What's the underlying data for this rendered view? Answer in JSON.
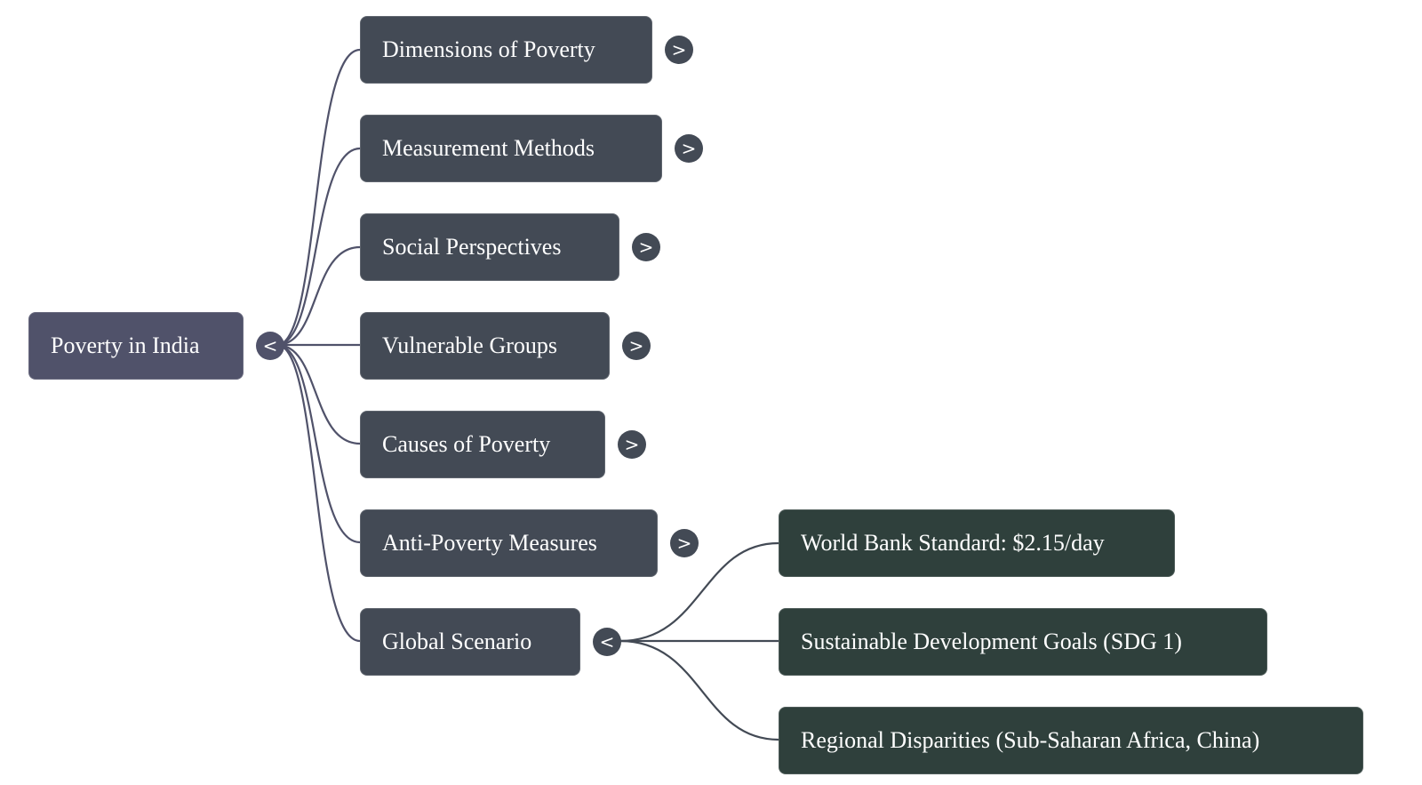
{
  "root": {
    "label": "Poverty in India",
    "toggle": "<"
  },
  "children": [
    {
      "label": "Dimensions of Poverty",
      "toggle": ">"
    },
    {
      "label": "Measurement Methods",
      "toggle": ">"
    },
    {
      "label": "Social Perspectives",
      "toggle": ">"
    },
    {
      "label": "Vulnerable Groups",
      "toggle": ">"
    },
    {
      "label": "Causes of Poverty",
      "toggle": ">"
    },
    {
      "label": "Anti-Poverty Measures",
      "toggle": ">"
    },
    {
      "label": "Global Scenario",
      "toggle": "<"
    }
  ],
  "global_children": [
    {
      "label": "World Bank Standard: $2.15/day"
    },
    {
      "label": "Sustainable Development Goals (SDG 1)"
    },
    {
      "label": "Regional Disparities (Sub-Saharan Africa, China)"
    }
  ],
  "colors": {
    "root": "#50526a",
    "branch": "#434a55",
    "leaf": "#2f403c",
    "link": "#50526a"
  }
}
